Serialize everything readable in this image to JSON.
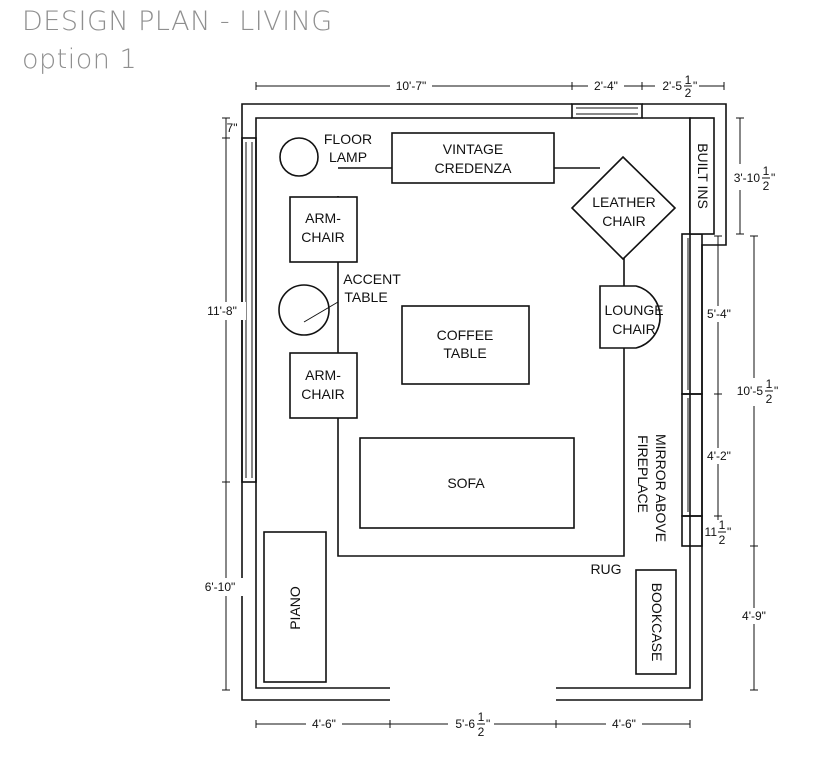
{
  "title": "DESIGN PLAN - LIVING",
  "subtitle": "option 1",
  "furniture": {
    "floor_lamp_1": "FLOOR",
    "floor_lamp_2": "LAMP",
    "credenza_1": "VINTAGE",
    "credenza_2": "CREDENZA",
    "built_ins": "BUILT INS",
    "leather_chair_1": "LEATHER",
    "leather_chair_2": "CHAIR",
    "armchair_1": "ARM-",
    "armchair_2": "CHAIR",
    "accent_table_1": "ACCENT",
    "accent_table_2": "TABLE",
    "coffee_table_1": "COFFEE",
    "coffee_table_2": "TABLE",
    "lounge_chair_1": "LOUNGE",
    "lounge_chair_2": "CHAIR",
    "sofa": "SOFA",
    "mirror_1": "MIRROR ABOVE",
    "mirror_2": "FIREPLACE",
    "rug": "RUG",
    "piano": "PIANO",
    "bookcase": "BOOKCASE"
  },
  "dimensions": {
    "top_left": "10'-7\"",
    "top_mid": "2'-4\"",
    "top_right_whole": "2'-5",
    "top_right_num": "1",
    "top_right_den": "2",
    "top_right_inch": "\"",
    "left_top": "7\"",
    "left_mid": "11'-8\"",
    "left_bottom": "6'-10\"",
    "right_built_whole": "3'-10",
    "right_built_num": "1",
    "right_built_den": "2",
    "right_built_inch": "\"",
    "right_54": "5'-4\"",
    "right_42": "4'-2\"",
    "right_11_whole": "11",
    "right_11_num": "1",
    "right_11_den": "2",
    "right_11_inch": "\"",
    "right_105_whole": "10'-5",
    "right_105_num": "1",
    "right_105_den": "2",
    "right_105_inch": "\"",
    "right_49": "4'-9\"",
    "bottom_left": "4'-6\"",
    "bottom_mid_whole": "5'-6",
    "bottom_mid_num": "1",
    "bottom_mid_den": "2",
    "bottom_mid_inch": "\"",
    "bottom_right": "4'-6\""
  }
}
